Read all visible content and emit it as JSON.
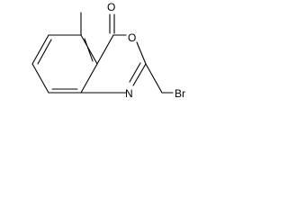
{
  "molecule": {
    "atoms": {
      "carbonyl_oxygen": "O",
      "ring_oxygen": "O",
      "ring_nitrogen": "N",
      "bromine": "Br"
    },
    "colors": {
      "bond": "#000000",
      "label": "#000000",
      "background": "#ffffff"
    }
  }
}
